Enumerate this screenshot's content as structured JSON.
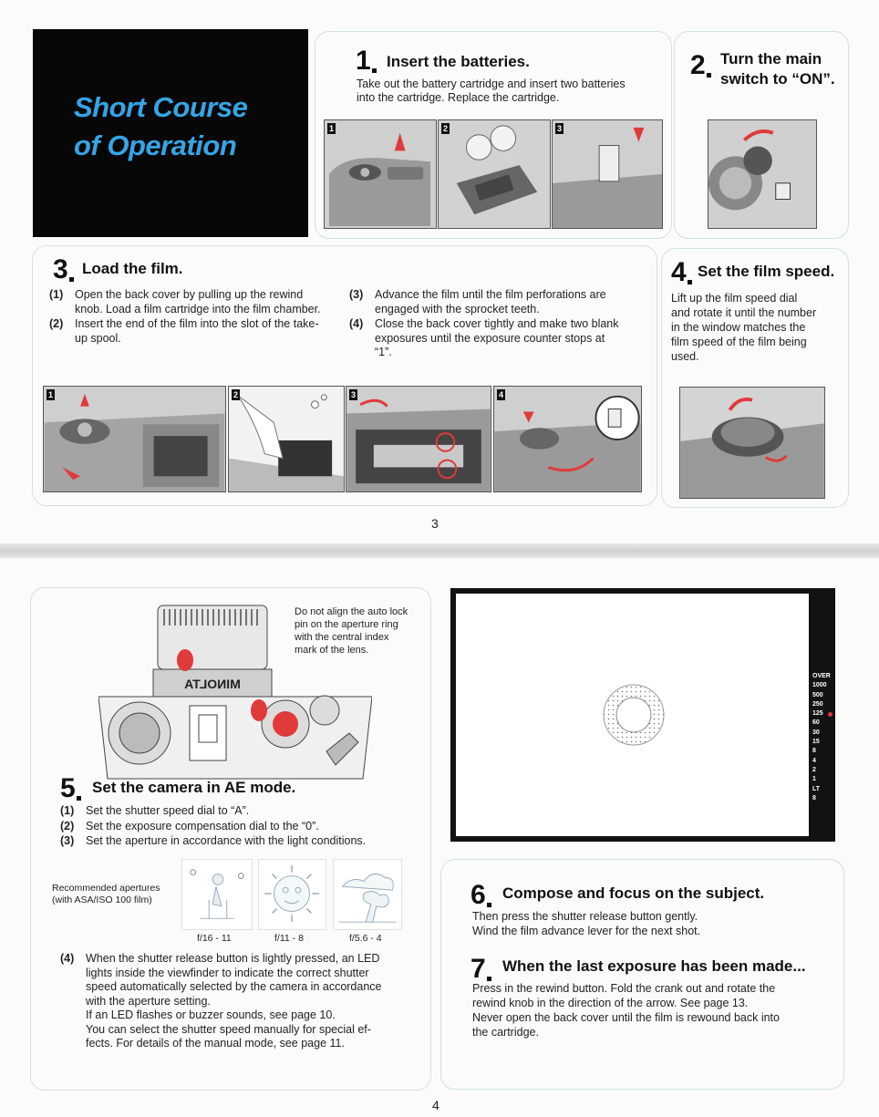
{
  "title": {
    "line1": "Short Course",
    "line2": "of Operation"
  },
  "step1": {
    "number": "1",
    "heading": "Insert the batteries.",
    "text_line1": "Take out the battery cartridge and insert two batteries",
    "text_line2": "into the cartridge. Replace the cartridge.",
    "photo_tags": [
      "1",
      "2",
      "3"
    ]
  },
  "step2": {
    "number": "2",
    "heading_line1": "Turn the main",
    "heading_line2": "switch to “ON”."
  },
  "step3": {
    "number": "3",
    "heading": "Load the film.",
    "items_left": [
      {
        "n": "(1)",
        "lines": [
          "Open the back cover by pulling up the rewind",
          "knob. Load a film cartridge into the film chamber."
        ]
      },
      {
        "n": "(2)",
        "lines": [
          "Insert the end of the film into the slot of the take-",
          "up spool."
        ]
      }
    ],
    "items_right": [
      {
        "n": "(3)",
        "lines": [
          "Advance the film until the film perforations are",
          "engaged with the sprocket teeth."
        ]
      },
      {
        "n": "(4)",
        "lines": [
          "Close the back cover tightly and make two blank",
          "exposures until the exposure counter stops at",
          "“1”."
        ]
      }
    ],
    "photo_tags": [
      "1",
      "2",
      "3",
      "4"
    ]
  },
  "step4": {
    "number": "4",
    "heading": "Set the film speed.",
    "lines": [
      "Lift up the film speed dial",
      "and rotate it until the number",
      "in the window matches the",
      "film speed of the film being",
      "used."
    ]
  },
  "page_top_number": "3",
  "step5": {
    "callout_lines": [
      "Do not align the auto lock",
      "pin on the aperture ring",
      "with the central index",
      "mark of the lens."
    ],
    "camera_brand_mirrored": "MINOLTA",
    "number": "5",
    "heading": "Set the camera in AE mode.",
    "items": [
      {
        "n": "(1)",
        "text": "Set the shutter speed dial to “A”."
      },
      {
        "n": "(2)",
        "text": "Set the exposure compensation dial to the “0”."
      },
      {
        "n": "(3)",
        "text": "Set the aperture in accordance with the light conditions."
      }
    ],
    "recommended_line1": "Recommended apertures",
    "recommended_line2": "(with ASA/ISO 100 film)",
    "fstops": [
      "f/16 - 11",
      "f/11 - 8",
      "f/5.6 - 4"
    ],
    "item4_number": "(4)",
    "item4_lines": [
      "When the shutter release button is lightly pressed, an LED",
      "lights inside the viewfinder to indicate the correct shutter",
      "speed automatically selected by the camera in accordance",
      "with the aperture setting.",
      "If an LED flashes or buzzer sounds, see page 10.",
      "You can select the shutter speed manually for special ef-",
      "fects. For details of the manual mode, see page 11."
    ]
  },
  "viewfinder_scale": [
    "OVER",
    "1000",
    "500",
    "250",
    "125",
    "60",
    "30",
    "15",
    "8",
    "4",
    "2",
    "1",
    "LT",
    "8"
  ],
  "step6": {
    "number": "6",
    "heading": "Compose and focus on the subject.",
    "lines": [
      "Then press the shutter release button gently.",
      "Wind the film advance lever for the next shot."
    ]
  },
  "step7": {
    "number": "7",
    "heading": "When the last exposure has been made...",
    "lines": [
      "Press in the rewind button. Fold the crank out and rotate the",
      "rewind knob in the direction of the arrow. See page 13.",
      "Never open the back cover until the film is rewound back into",
      "the cartridge."
    ]
  },
  "page_bottom_number": "4",
  "colors": {
    "title_blue": "#35a5e6",
    "led_red": "#e03a3a",
    "border_blue": "#cfe2e6"
  }
}
